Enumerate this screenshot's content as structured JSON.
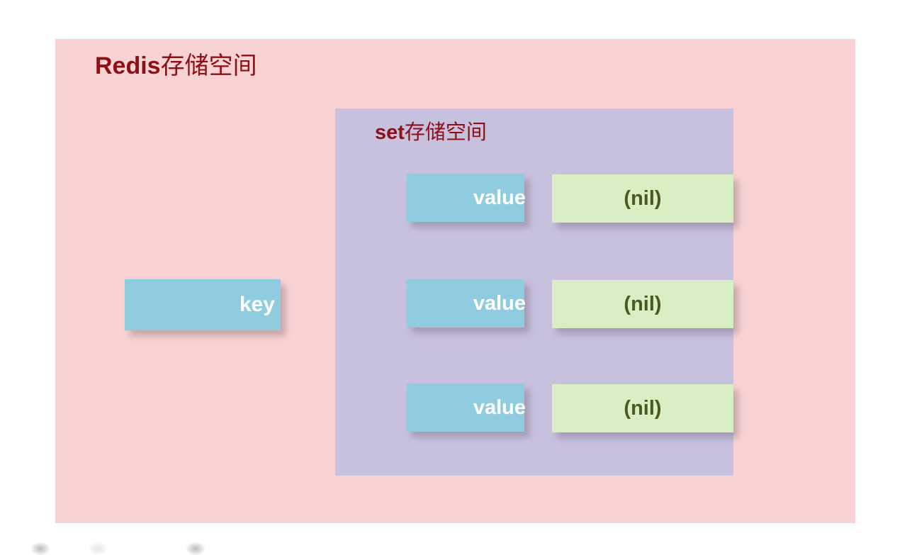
{
  "diagram": {
    "type": "nested-container-diagram",
    "background_color": "#ffffff",
    "outer": {
      "name": "redis-storage-space",
      "title_latin": "Redis",
      "title_cjk": "存储空间",
      "title_full": "Redis存储空间",
      "fill_color": "#f9d3d4",
      "title_color": "#8c1016"
    },
    "inner": {
      "name": "set-storage-space",
      "title_latin": "set",
      "title_cjk": "存储空间",
      "title_full": "set存储空间",
      "fill_color": "#c8c1de",
      "title_color": "#8c1016"
    },
    "key_block": {
      "label": "key",
      "fill_color": "#8fcce0",
      "text_color": "#ffffff"
    },
    "rows": [
      {
        "value_label": "value",
        "nil_label": "(nil)"
      },
      {
        "value_label": "value",
        "nil_label": "(nil)"
      },
      {
        "value_label": "value",
        "nil_label": "(nil)"
      }
    ],
    "value_block_style": {
      "fill_color": "#8fcce0",
      "text_color": "#ffffff"
    },
    "nil_block_style": {
      "fill_color": "#d9eec3",
      "text_color": "#4b581f"
    }
  }
}
